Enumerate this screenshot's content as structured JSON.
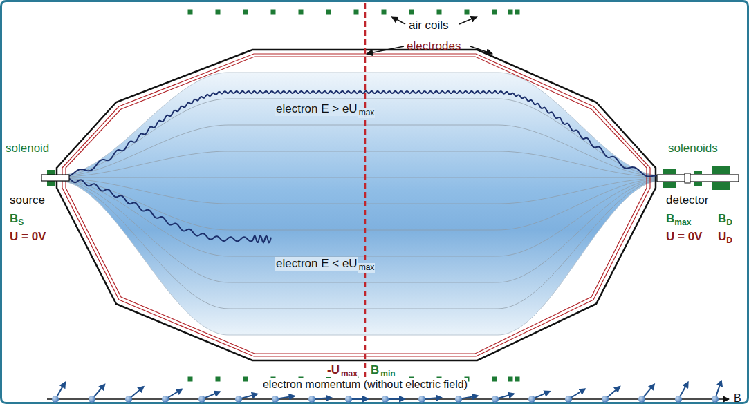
{
  "diagram": {
    "labels": [
      "air coils",
      "electrodes",
      "electron E > eU",
      "max",
      "solenoid",
      "source",
      "B",
      "S",
      "U = 0V",
      "electron E < eU",
      "max",
      "solenoids",
      "detector",
      "B",
      "max",
      "B",
      "D",
      "U = 0V",
      "U",
      "D",
      "-U",
      "max",
      "B",
      "min",
      "electron momentum (without electric field)",
      "B"
    ]
  }
}
